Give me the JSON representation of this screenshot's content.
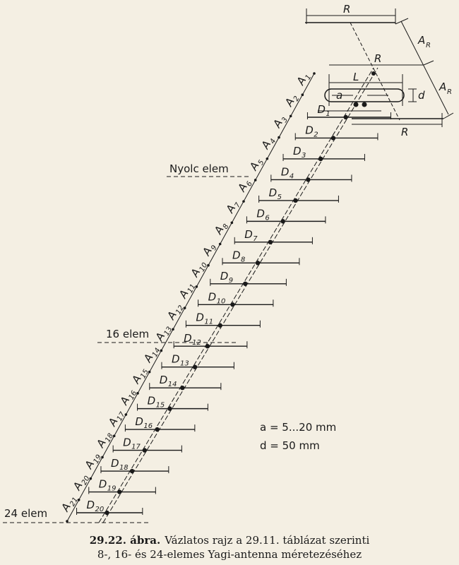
{
  "diagram": {
    "a_labels": [
      "A",
      "A",
      "A",
      "A",
      "A",
      "A",
      "A",
      "A",
      "A",
      "A",
      "A",
      "A",
      "A",
      "A",
      "A",
      "A",
      "A",
      "A",
      "A",
      "A",
      "A"
    ],
    "a_subs": [
      "1",
      "2",
      "3",
      "4",
      "5",
      "6",
      "7",
      "8",
      "9",
      "10",
      "11",
      "12",
      "13",
      "14",
      "15",
      "16",
      "17",
      "18",
      "19",
      "20",
      "21"
    ],
    "director_letter": "D",
    "director_subs": [
      "1",
      "2",
      "3",
      "4",
      "5",
      "6",
      "7",
      "8",
      "9",
      "10",
      "11",
      "12",
      "13",
      "14",
      "15",
      "16",
      "17",
      "18",
      "19",
      "20"
    ],
    "reflector_label": "R",
    "spacing_label": "A",
    "spacing_sub": "R",
    "dipole_length_label": "L",
    "dipole_gap_label": "a",
    "dipole_width_label": "d",
    "section_labels": {
      "eight": "Nyolc elem",
      "sixteen": "16 elem",
      "twentyfour": "24 elem"
    },
    "notes": {
      "a_range": "a = 5...20 mm",
      "d_value": "d = 50 mm"
    }
  },
  "caption": {
    "number": "29.22. ábra.",
    "line1": "Vázlatos rajz a 29.11. táblázat szerinti",
    "line2": "8-, 16- és 24-elemes Yagi-antenna méretezéséhez"
  }
}
